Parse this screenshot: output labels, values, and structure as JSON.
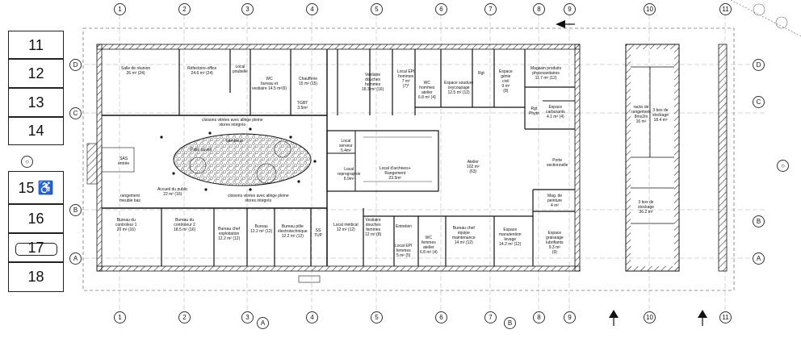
{
  "parking": {
    "top_spots": [
      "11",
      "12",
      "13",
      "14"
    ],
    "bottom_spots": [
      "15",
      "16",
      "17",
      "18"
    ]
  },
  "grid_columns": [
    "1",
    "2",
    "3",
    "4",
    "5",
    "6",
    "7",
    "8",
    "9",
    "10",
    "11"
  ],
  "grid_rows": [
    "D",
    "C",
    "B",
    "A"
  ],
  "section_marks": [
    "A",
    "B"
  ],
  "rooms": {
    "salle_reunion": "Salle de réunion\n26 m² (24)",
    "refectoire": "Réfectoire-office\n24.6 m² (24)",
    "local_poubelle": "Local\npoubelle",
    "wc_bureaux": "WC\nbureau et\nvestiaire 14.5 m²(6)",
    "chaufferie": "Chaufferie\n15 m² (15)",
    "tgbt": "TGBT\n3.5m²",
    "vestiaire_hommes": "Vestiaire\ndouches\nhommes\n18.3 m² (16)",
    "local_epi_hommes": "Local EPI\nhommes\n7 m²\n(7)*",
    "wc_hommes": "WC\nhommes\natelier\n6.8 m² (4)",
    "espace_soudure": "Espace soudure\noxycoupage\n12.5 m² (12)",
    "rgt": "Rgt",
    "espace_genie_civil": "Espace\ngénie\ncivil\n9 m²\n(8)",
    "magasin_phyto": "Magasin produits\nphytosanitaires\n11.7 m² (12)",
    "rgt_phyto": "Rgt\nPhyto",
    "espace_carburants": "Espace\ncarburants\n4.1 m² (4)",
    "cloisons_haut": "cloisons vitrées avec allège pleine\nstores intégrés",
    "cloisons_bas": "cloisons vitrées avec allège pleine\nstores intégrés",
    "patio": "Patio ouvert",
    "bambous": "bambous",
    "sas": "SAS\nentrée",
    "rangement": "rangement\nmeuble bas",
    "accueil": "Accueil du public\n22 m² (16)",
    "local_serveur": "Local\nserveur\n5.4m²",
    "local_reprographie": "Local\nreprographie\n6.9m²",
    "local_archives": "Local d'archives+\nRangement\n23.5m²",
    "atelier": "Atelier\n102 m²\n(63)",
    "porte_sectionnelle": "Porte\nsectionnelle",
    "mag_peinture": "Mag. de\npeinture\n4 m²",
    "espace_graissage": "Espace\ngraissage\nlubrifiants\n9.3 m²\n(9)",
    "bureau_controleur_1": "Bureau du\ncontroleur 1\n20 m² (16)",
    "bureau_controleur_2": "Bureau du\ncontroleur 2\n18.5 m² (16)",
    "bureau_chef_exploitation": "Bureau chef\nexploitation\n12.2 m² (12)",
    "bureau": "Bureau\n12.2 m² (12)",
    "bureau_pole": "Bureau pôle\nélectrotechnique\n12.2 m² (12)",
    "ss_tup": "SS\nTUP",
    "local_medical": "Local médical\n12 m² (12)",
    "vestiaire_femmes": "Vestiaire\ndouches\nfemmes\n12 m² (8)",
    "entretien": "Entretien",
    "local_epi_femmes": "Local EPI\nfemmes\n5 m² (5)",
    "wc_femmes": "WC\nfemmes\natelier\n6.8 m² (4)",
    "bureau_chef_equipe": "Bureau chef\néquipe\nmaintenance\n14 m² (12)",
    "espace_manutention": "Espace\nmanutention\nlevage\n14.2 m² (12)",
    "racks": "racks de\nrangement\n8mx2m\n16 m²",
    "box_stockage_1": "3 box de\nstockage\n18.4 m²",
    "box_stockage_2": "3 box de\nstockage\n36.2 m²"
  },
  "colors": {
    "line": "#111111",
    "hatch": "#333333",
    "dashed": "#666666"
  }
}
